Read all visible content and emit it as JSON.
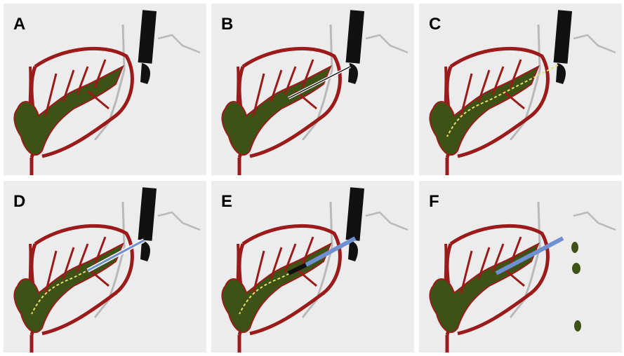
{
  "panels": [
    {
      "label": "A",
      "stage": "scope-approach"
    },
    {
      "label": "B",
      "stage": "wire-inserted"
    },
    {
      "label": "C",
      "stage": "wire-advanced"
    },
    {
      "label": "D",
      "stage": "catheter-over-wire"
    },
    {
      "label": "E",
      "stage": "stent-deployed-scope-present"
    },
    {
      "label": "F",
      "stage": "stent-in-place-scope-removed"
    }
  ],
  "colors": {
    "background": "#ececec",
    "vessel": "#9b1b1b",
    "organ": "#3d5214",
    "scope": "#111111",
    "wall": "#b9b9b9",
    "wire": "#ffffff",
    "stent": "#6e8fd0",
    "dotted": "#e8e070",
    "drops": "#3d5214"
  }
}
